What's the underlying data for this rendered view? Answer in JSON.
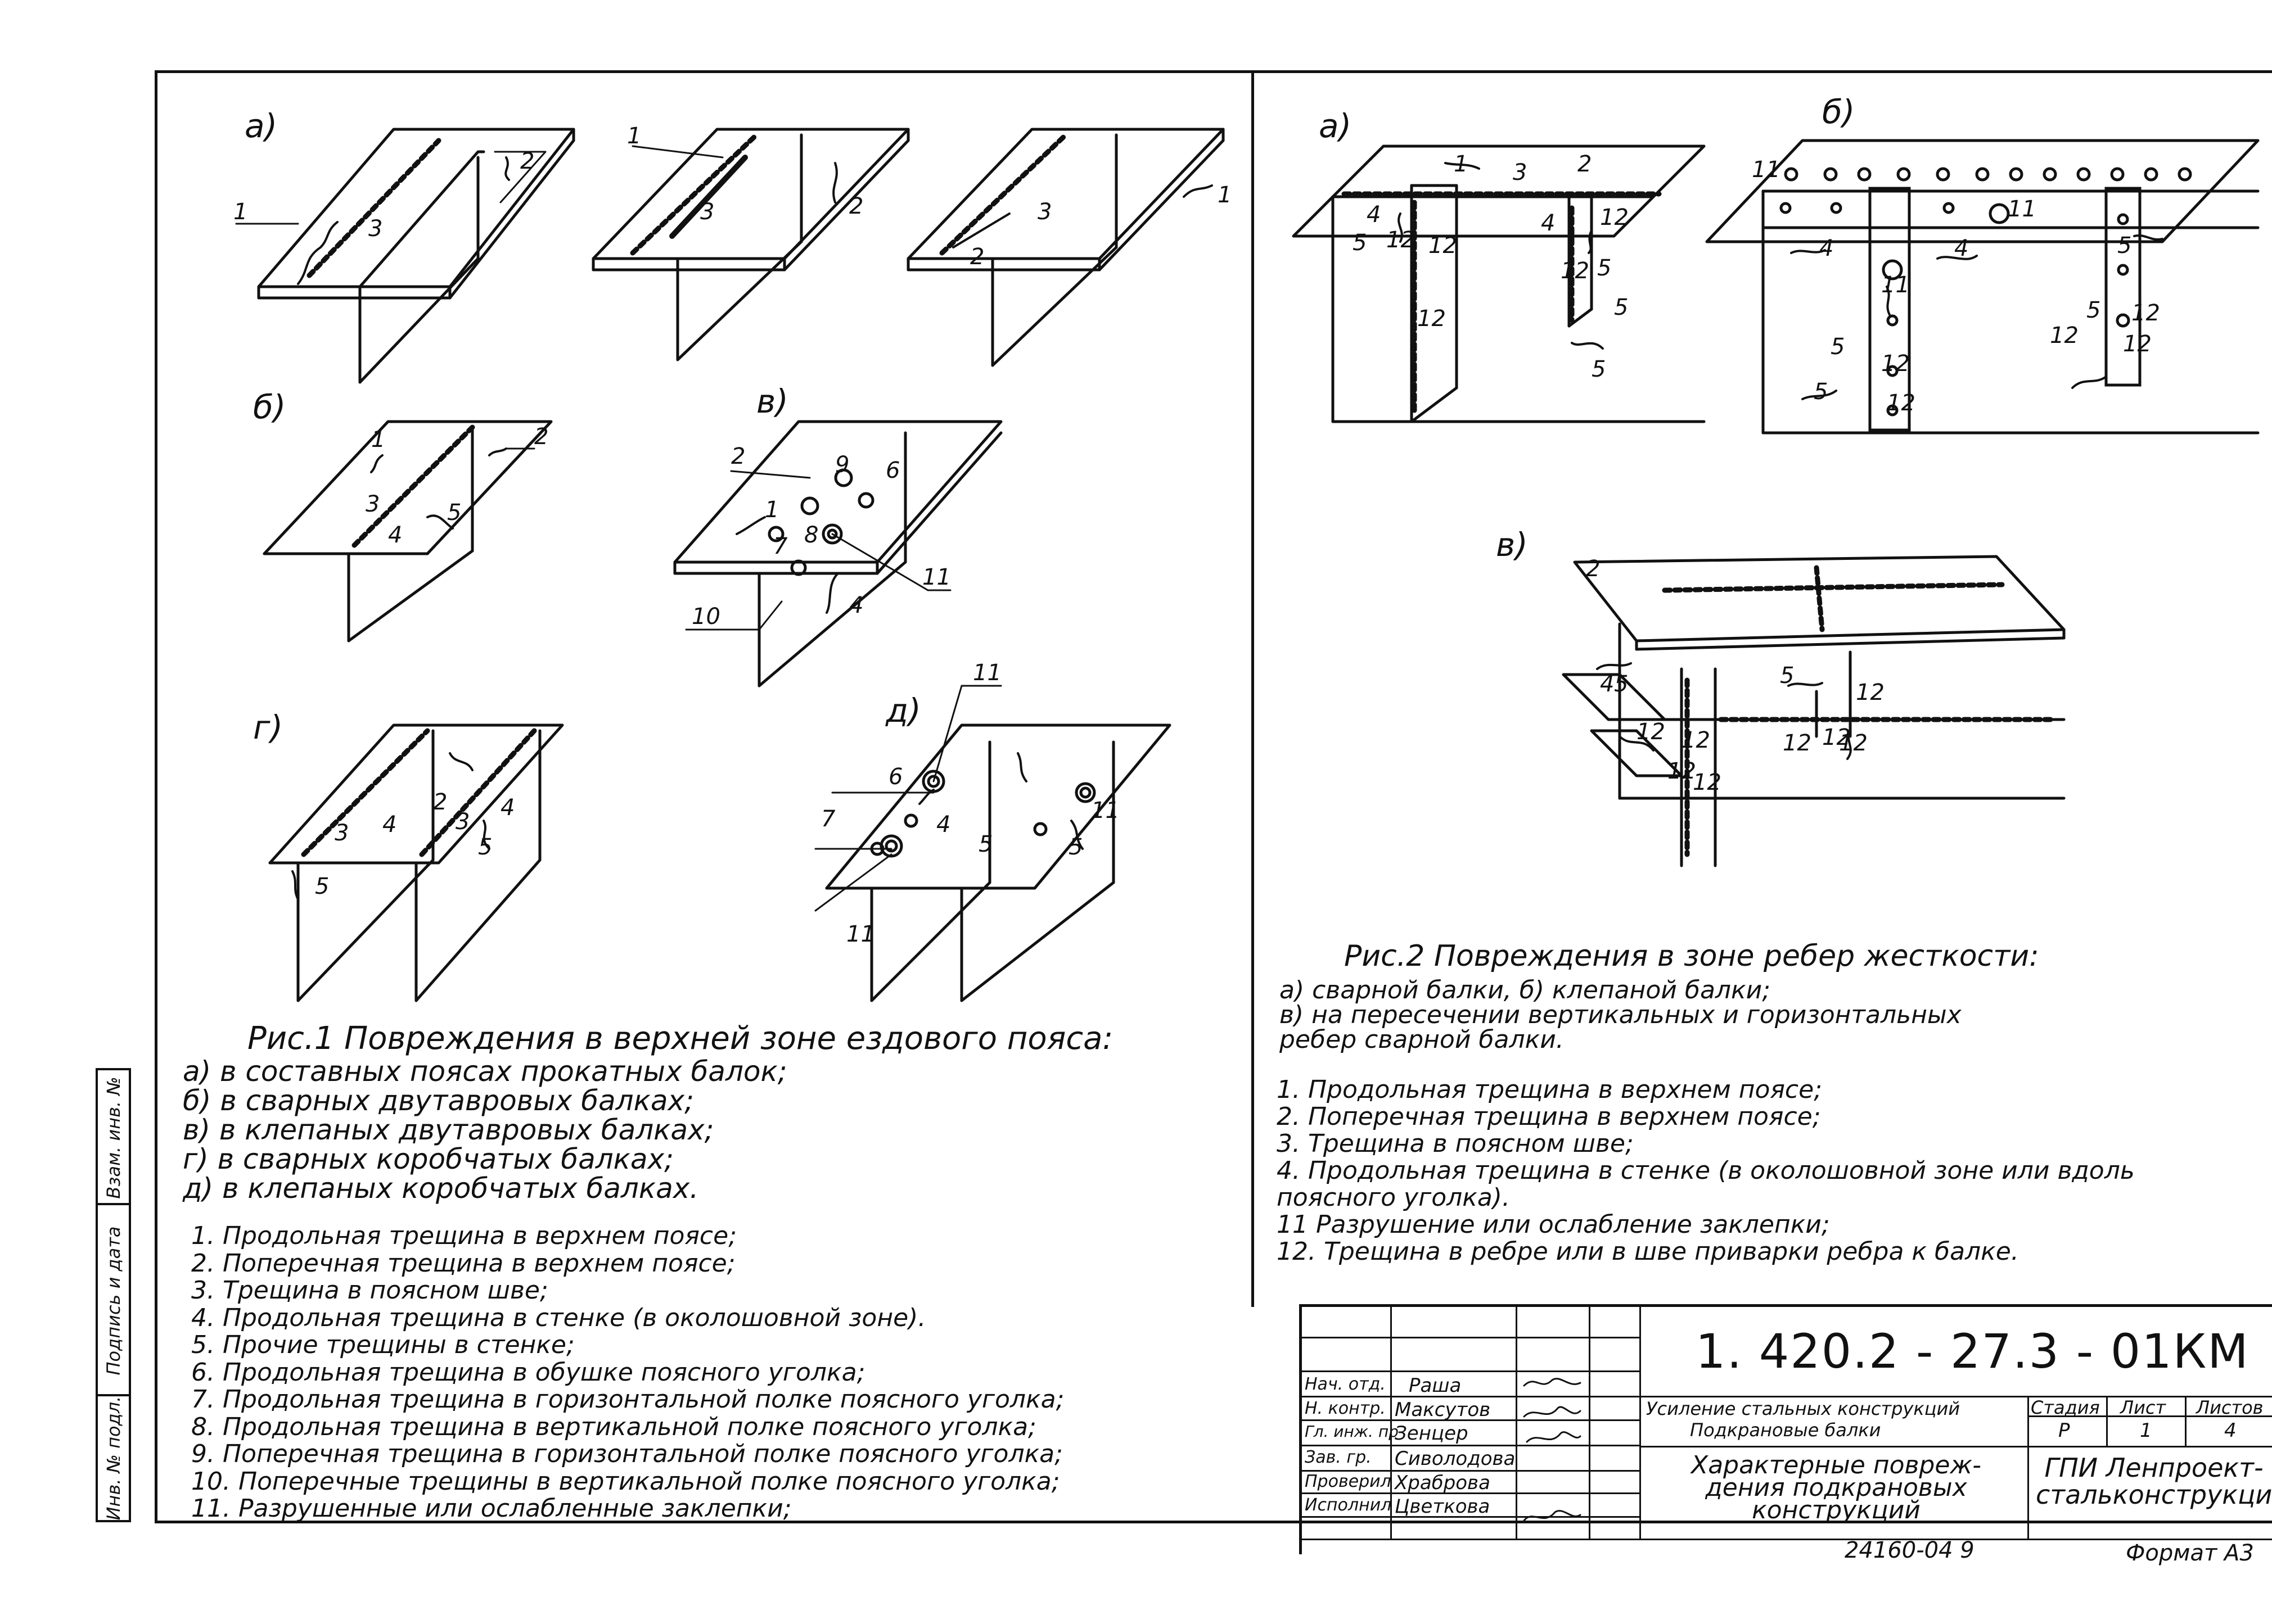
{
  "fig1": {
    "sub_a": "а)",
    "sub_b": "б)",
    "sub_v": "в)",
    "sub_g": "г)",
    "sub_d": "д)",
    "title": "Рис.1  Повреждения в верхней зоне ездового пояса:",
    "cases": [
      "а) в составных поясах прокатных балок;",
      "б) в сварных двутавровых балках;",
      "в) в клепаных двутавровых балках;",
      "г) в сварных коробчатых балках;",
      "д) в клепаных коробчатых балках."
    ],
    "legend": [
      "1. Продольная трещина в верхнем поясе;",
      "2. Поперечная трещина в верхнем поясе;",
      "3. Трещина в поясном шве;",
      "4. Продольная трещина в стенке  (в околошовной зоне).",
      "5. Прочие трещины в стенке;",
      "6. Продольная трещина в обушке поясного уголка;",
      "7. Продольная трещина в горизонтальной полке поясного уголка;",
      "8. Продольная трещина в вертикальной полке поясного уголка;",
      "9. Поперечная трещина в горизонтальной полке поясного уголка;",
      "10. Поперечные трещины в вертикальной полке поясного уголка;",
      "11. Разрушенные или ослабленные заклепки;"
    ]
  },
  "fig2": {
    "sub_a": "а)",
    "sub_b": "б)",
    "sub_v": "в)",
    "title": "Рис.2  Повреждения в зоне ребер жесткости:",
    "cases": [
      "а) сварной балки,    б) клепаной балки;",
      "в) на пересечении вертикальных и горизонтальных",
      "    ребер сварной балки."
    ],
    "legend": [
      "1. Продольная трещина в верхнем поясе;",
      "2. Поперечная трещина в верхнем поясе;",
      "3. Трещина в поясном шве;",
      "4. Продольная трещина в стенке  (в околошовной зоне или вдоль",
      "    поясного уголка).",
      "11 Разрушение или ослабление заклепки;",
      "12. Трещина в ребре или в шве приварки ребра к балке."
    ]
  },
  "side_stamp": {
    "inv_podl": "Инв. № подл.",
    "podpis": "Подпись и дата",
    "vzam": "Взам. инв. №"
  },
  "title_block": {
    "code": "1. 420.2 - 27.3 - 01КМ",
    "project": "Усиление стальных конструкций",
    "project_sub": "Подкрановые балки",
    "drawing_title": "Характерные повреж- дения подкрановых конструкций",
    "org": "ГПИ Ленпроект- стальконструкция",
    "stage_h": "Стадия",
    "sheet_h": "Лист",
    "sheets_h": "Листов",
    "stage": "Р",
    "sheet": "1",
    "sheets": "4",
    "roles": [
      {
        "role": "Нач. отд.",
        "name": "Раша"
      },
      {
        "role": "Н. контр.",
        "name": "Максутов"
      },
      {
        "role": "Гл. инж. пр",
        "name": "Зенцер"
      },
      {
        "role": "Зав. гр.",
        "name": "Сиволодова"
      },
      {
        "role": "Проверил",
        "name": "Храброва"
      },
      {
        "role": "Исполнил",
        "name": "Цветкова"
      }
    ],
    "archive": "24160-04    9",
    "format": "Формат А3"
  }
}
